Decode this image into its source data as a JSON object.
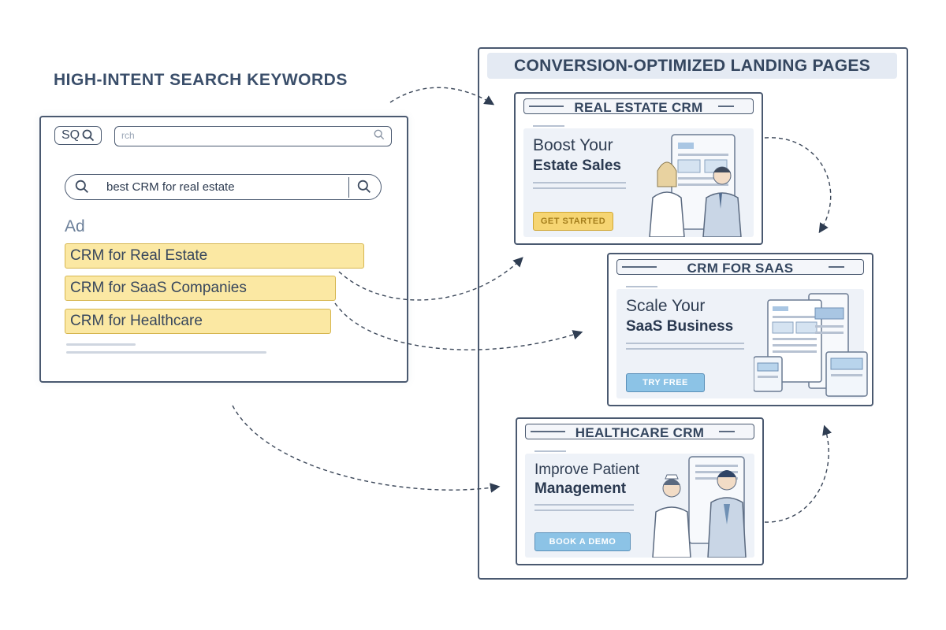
{
  "diagram": {
    "left_title": "HIGH-INTENT SEARCH KEYWORDS",
    "right_title": "CONVERSION-OPTIMIZED LANDING PAGES"
  },
  "search": {
    "window_button_text": "SQ",
    "address_text": "rch",
    "query": "best CRM for real estate",
    "ad_label": "Ad",
    "results": [
      {
        "label": "CRM for Real Estate"
      },
      {
        "label": "CRM for SaaS Companies"
      },
      {
        "label": "CRM for Healthcare"
      }
    ]
  },
  "landing_pages": [
    {
      "header": "REAL ESTATE CRM",
      "headline_1": "Boost Your",
      "headline_2": "Estate Sales",
      "cta": "GET STARTED"
    },
    {
      "header": "CRM FOR SAAS",
      "headline_1": "Scale Your",
      "headline_2": "SaaS Business",
      "cta": "TRY FREE"
    },
    {
      "header": "HEALTHCARE CRM",
      "headline_1": "Improve Patient",
      "headline_2": "Management",
      "cta": "BOOK A DEMO"
    }
  ],
  "colors": {
    "ad_highlight": "#fbe8a3",
    "cta_yellow": "#f6d572",
    "cta_blue": "#8cc3e6",
    "outline": "#4a5970"
  }
}
